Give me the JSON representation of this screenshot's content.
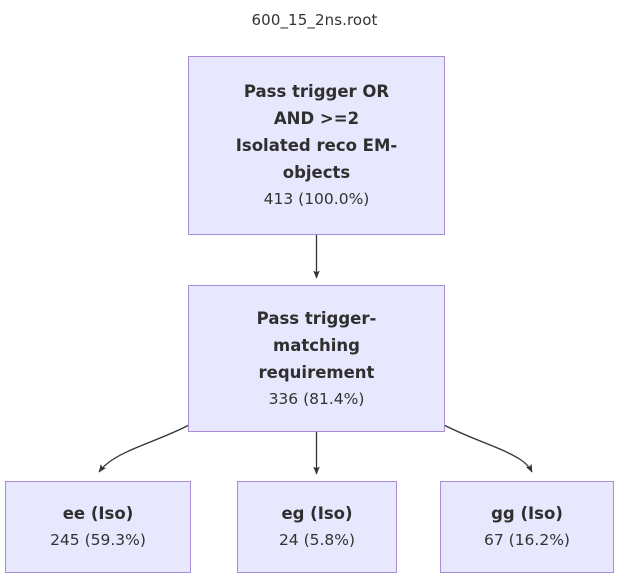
{
  "diagram": {
    "title": "600_15_2ns.root",
    "background_color": "#ffffff",
    "node_fill_color": "#e7e7fd",
    "node_border_color": "#a98ddb",
    "edge_color": "#333333",
    "text_color": "#333333",
    "type": "flowchart",
    "nodes": [
      {
        "id": "root",
        "label": "Pass trigger OR\nAND >=2\nIsolated reco EM-\nobjects",
        "count": 413,
        "percent": "100.0%",
        "stat": "413 (100.0%)"
      },
      {
        "id": "match",
        "label": "Pass trigger-\nmatching\nrequirement",
        "count": 336,
        "percent": "81.4%",
        "stat": "336 (81.4%)"
      },
      {
        "id": "ee",
        "label": "ee (Iso)",
        "count": 245,
        "percent": "59.3%",
        "stat": "245 (59.3%)"
      },
      {
        "id": "eg",
        "label": "eg (Iso)",
        "count": 24,
        "percent": "5.8%",
        "stat": "24 (5.8%)"
      },
      {
        "id": "gg",
        "label": "gg (Iso)",
        "count": 67,
        "percent": "16.2%",
        "stat": "67 (16.2%)"
      }
    ],
    "edges": [
      {
        "from": "root",
        "to": "match",
        "shape": "straight"
      },
      {
        "from": "match",
        "to": "ee",
        "shape": "curved"
      },
      {
        "from": "match",
        "to": "eg",
        "shape": "straight"
      },
      {
        "from": "match",
        "to": "gg",
        "shape": "curved"
      }
    ]
  }
}
